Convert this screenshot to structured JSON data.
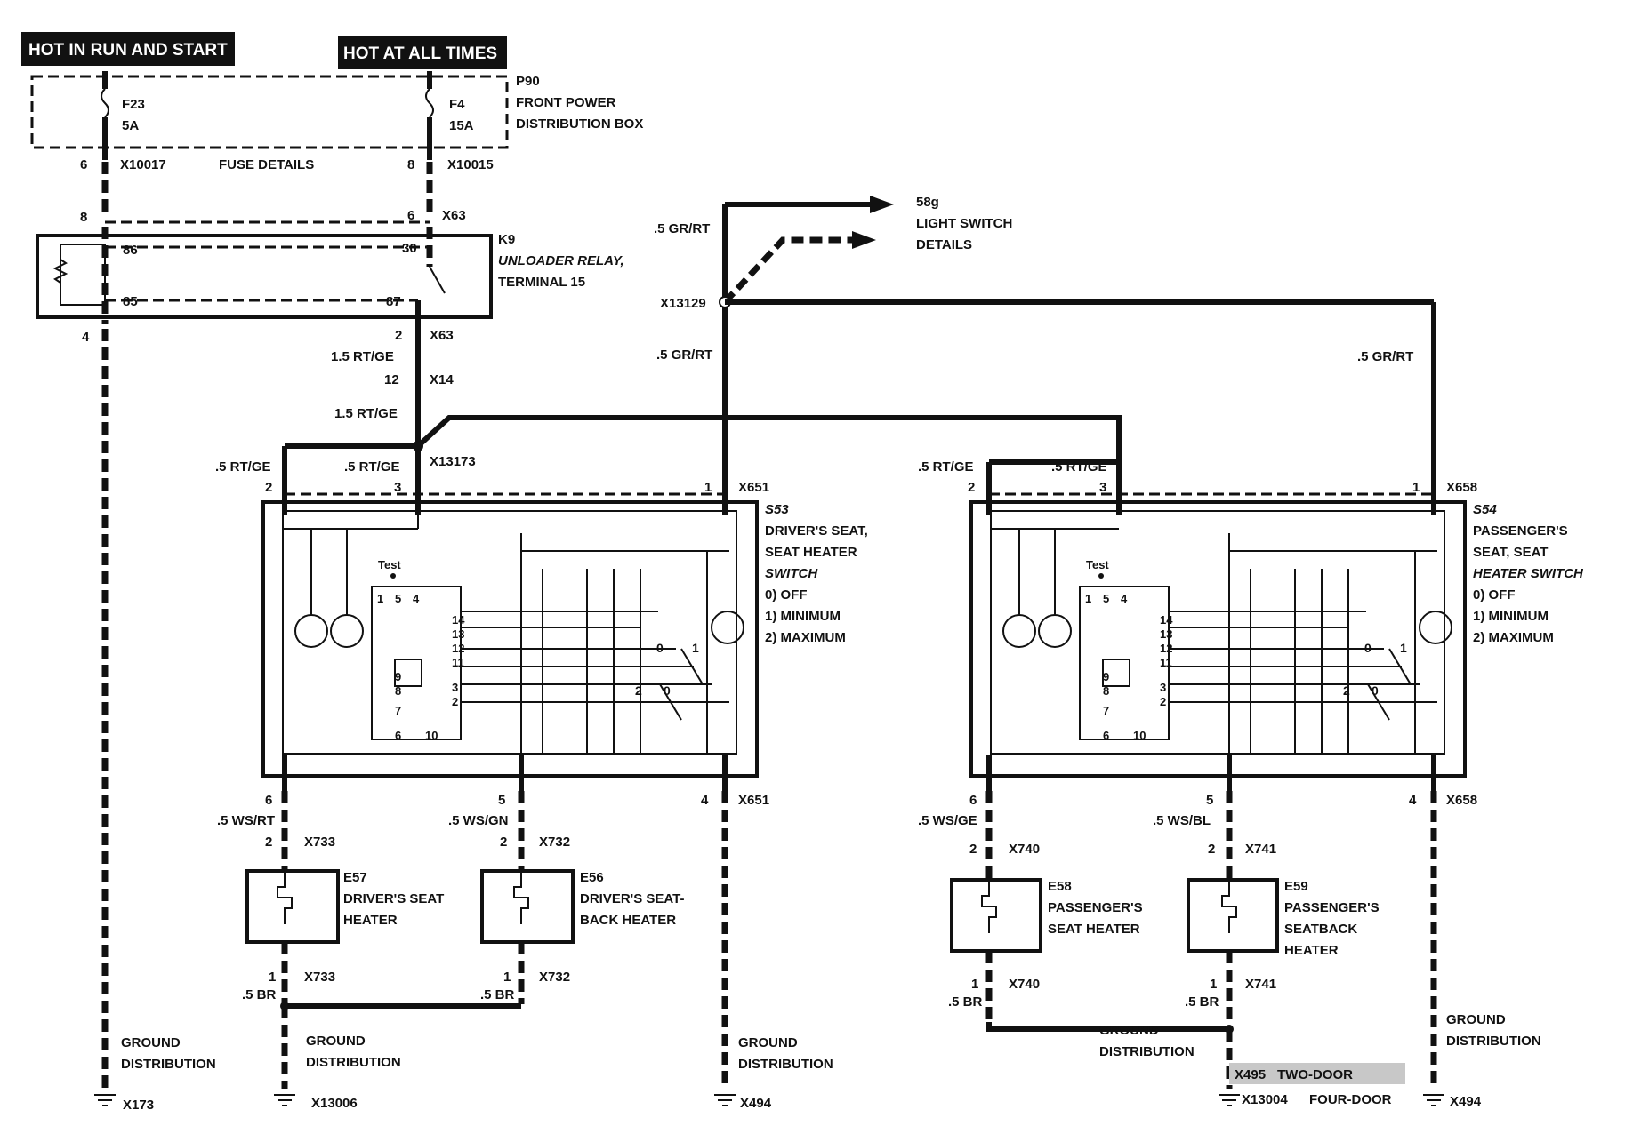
{
  "headers": {
    "hot_run_start": "HOT IN RUN AND START",
    "hot_all_times": "HOT AT ALL TIMES"
  },
  "fusebox": {
    "id": "P90",
    "name_line1": "FRONT POWER",
    "name_line2": "DISTRIBUTION BOX",
    "fuse_left": {
      "id": "F23",
      "rating": "5A"
    },
    "fuse_right": {
      "id": "F4",
      "rating": "15A"
    },
    "details": "FUSE DETAILS",
    "conn_left": {
      "pin": "6",
      "id": "X10017"
    },
    "conn_right": {
      "pin": "8",
      "id": "X10015"
    }
  },
  "relay": {
    "id": "K9",
    "name_line1": "UNLOADER RELAY,",
    "name_line2": "TERMINAL 15",
    "pins": {
      "p86": "86",
      "p85": "85",
      "p30": "30",
      "p87": "87"
    },
    "top_left_pin": "8",
    "top_right_pin": "6",
    "top_conn": "X63",
    "bottom_left_pin": "4",
    "bottom_right_pin": "2",
    "bottom_conn": "X63"
  },
  "feed": {
    "wire1": "1.5 RT/GE",
    "pin": "12",
    "conn": "X14",
    "wire2": "1.5 RT/GE",
    "splice": "X13173"
  },
  "light_switch": {
    "id": "58g",
    "line1": "LIGHT SWITCH",
    "line2": "DETAILS",
    "wire_top": ".5 GR/RT",
    "splice": "X13129",
    "wire_left": ".5 GR/RT",
    "wire_right": ".5 GR/RT"
  },
  "driver_switch": {
    "id": "S53",
    "line1": "DRIVER'S SEAT,",
    "line2": "SEAT HEATER",
    "line3": "SWITCH",
    "opt0": "0)   OFF",
    "opt1": "1)   MINIMUM",
    "opt2": "2)   MAXIMUM",
    "conn": "X651",
    "wire_pin2": ".5 RT/GE",
    "wire_pin3": ".5 RT/GE",
    "pin_top2": "2",
    "pin_top3": "3",
    "pin_top1": "1",
    "pin_bot6": "6",
    "pin_bot5": "5",
    "pin_bot4": "4",
    "test": "Test",
    "ic_pins": [
      "1",
      "5",
      "4",
      "14",
      "13",
      "12",
      "11",
      "9",
      "8",
      "7",
      "3",
      "2",
      "6",
      "10"
    ],
    "pos0": "0",
    "pos1": "1",
    "pos2": "2",
    "pos0b": "0"
  },
  "passenger_switch": {
    "id": "S54",
    "line1": "PASSENGER'S",
    "line2": "SEAT, SEAT",
    "line3": "HEATER SWITCH",
    "opt0": "0)   OFF",
    "opt1": "1)   MINIMUM",
    "opt2": "2)   MAXIMUM",
    "conn": "X658",
    "wire_pin2": ".5 RT/GE",
    "wire_pin3": ".5 RT/GE",
    "pin_top2": "2",
    "pin_top3": "3",
    "pin_top1": "1",
    "pin_bot6": "6",
    "pin_bot5": "5",
    "pin_bot4": "4",
    "test": "Test",
    "ic_pins": [
      "1",
      "5",
      "4",
      "14",
      "13",
      "12",
      "11",
      "9",
      "8",
      "7",
      "3",
      "2",
      "6",
      "10"
    ],
    "pos0": "0",
    "pos1": "1",
    "pos2": "2",
    "pos0b": "0"
  },
  "heaters": {
    "e57": {
      "id": "E57",
      "line1": "DRIVER'S SEAT",
      "line2": "HEATER",
      "wire": ".5 WS/RT",
      "conn": "X733",
      "pin_top": "2",
      "pin_bot": "1",
      "gnd_wire": ".5 BR"
    },
    "e56": {
      "id": "E56",
      "line1": "DRIVER'S SEAT-",
      "line2": "BACK HEATER",
      "wire": ".5 WS/GN",
      "conn": "X732",
      "pin_top": "2",
      "pin_bot": "1",
      "gnd_wire": ".5 BR"
    },
    "e58": {
      "id": "E58",
      "line1": "PASSENGER'S",
      "line2": "SEAT HEATER",
      "wire": ".5 WS/GE",
      "conn": "X740",
      "pin_top": "2",
      "pin_bot": "1",
      "gnd_wire": ".5 BR"
    },
    "e59": {
      "id": "E59",
      "line1": "PASSENGER'S",
      "line2": "SEATBACK",
      "line3": "HEATER",
      "wire": ".5 WS/BL",
      "conn": "X741",
      "pin_top": "2",
      "pin_bot": "1",
      "gnd_wire": ".5 BR"
    }
  },
  "grounds": {
    "g1": {
      "line1": "GROUND",
      "line2": "DISTRIBUTION",
      "id": "X173"
    },
    "g2": {
      "line1": "GROUND",
      "line2": "DISTRIBUTION",
      "id": "X13006"
    },
    "g3": {
      "line1": "GROUND",
      "line2": "DISTRIBUTION",
      "id": "X494"
    },
    "g4": {
      "line1": "GROUND",
      "line2": "DISTRIBUTION",
      "id_two_door": "X495",
      "two_door": "TWO-DOOR",
      "id_four_door": "X13004",
      "four_door": "FOUR-DOOR"
    },
    "g5": {
      "line1": "GROUND",
      "line2": "DISTRIBUTION",
      "id": "X494"
    }
  }
}
